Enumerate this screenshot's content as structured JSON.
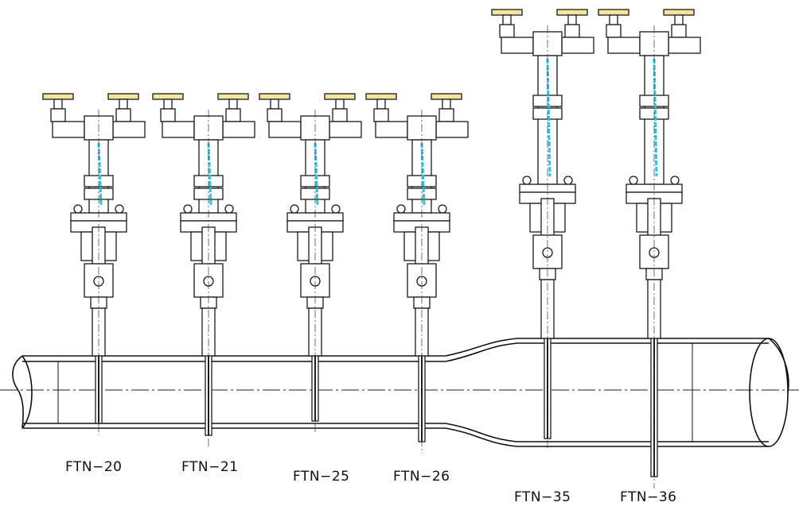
{
  "tags": [
    {
      "id": "ftn20",
      "label": "FTN−20"
    },
    {
      "id": "ftn21",
      "label": "FTN−21"
    },
    {
      "id": "ftn25",
      "label": "FTN−25"
    },
    {
      "id": "ftn26",
      "label": "FTN−26"
    },
    {
      "id": "ftn35",
      "label": "FTN−35"
    },
    {
      "id": "ftn36",
      "label": "FTN−36"
    }
  ],
  "colors": {
    "line": "#1a1a1a",
    "wire": "#27c7e0",
    "pipe_fill": "#ffffff"
  }
}
